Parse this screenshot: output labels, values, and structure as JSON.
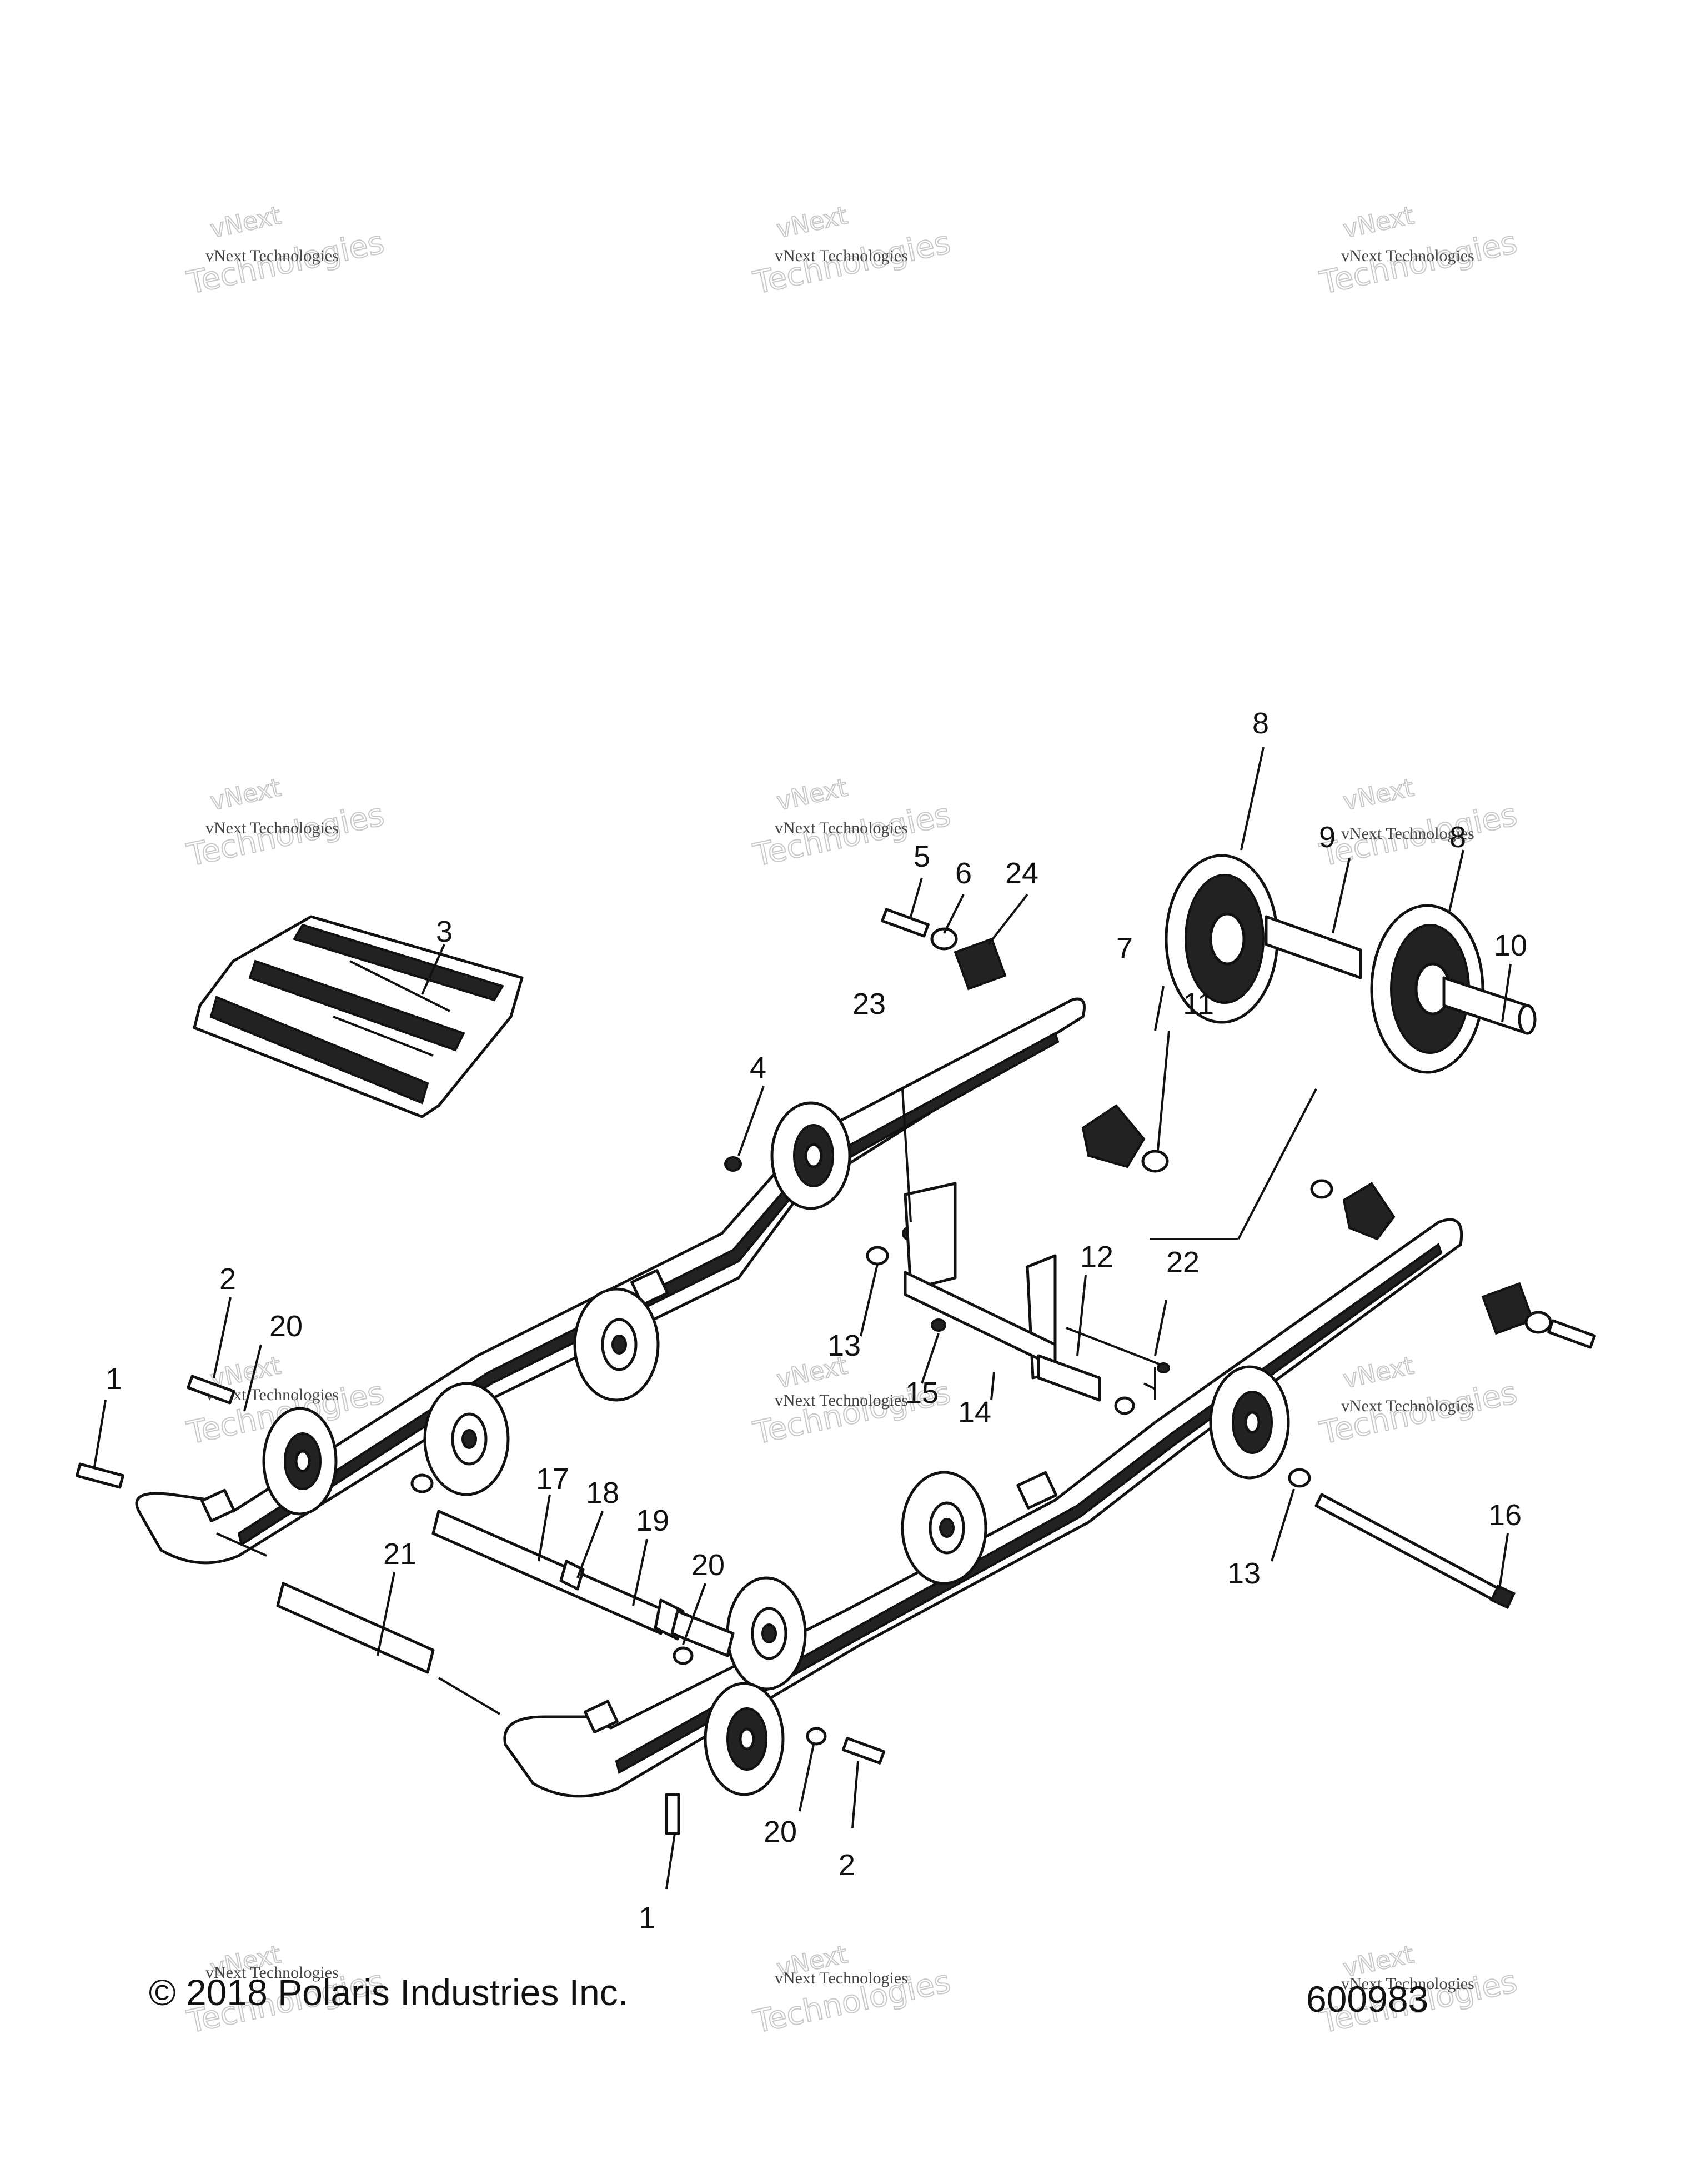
{
  "watermark": {
    "line_small": "vNext Technologies",
    "line_large": "Technologies",
    "line_top": "vNext"
  },
  "callouts": [
    "1",
    "2",
    "3",
    "4",
    "5",
    "6",
    "7",
    "8",
    "9",
    "10",
    "11",
    "12",
    "13",
    "14",
    "15",
    "16",
    "17",
    "18",
    "19",
    "20",
    "21",
    "22",
    "23",
    "24"
  ],
  "labels": {
    "c1a": "1",
    "c1b": "1",
    "c2a": "2",
    "c2b": "2",
    "c3": "3",
    "c4": "4",
    "c5": "5",
    "c6": "6",
    "c7": "7",
    "c8a": "8",
    "c8b": "8",
    "c9": "9",
    "c10": "10",
    "c11": "11",
    "c12": "12",
    "c13a": "13",
    "c13b": "13",
    "c14": "14",
    "c15": "15",
    "c16": "16",
    "c17": "17",
    "c18": "18",
    "c19": "19",
    "c20a": "20",
    "c20b": "20",
    "c20c": "20",
    "c21": "21",
    "c22": "22",
    "c23": "23",
    "c24": "24"
  },
  "footer": {
    "copyright": "© 2018 Polaris Industries Inc.",
    "drawing_number": "600983"
  }
}
